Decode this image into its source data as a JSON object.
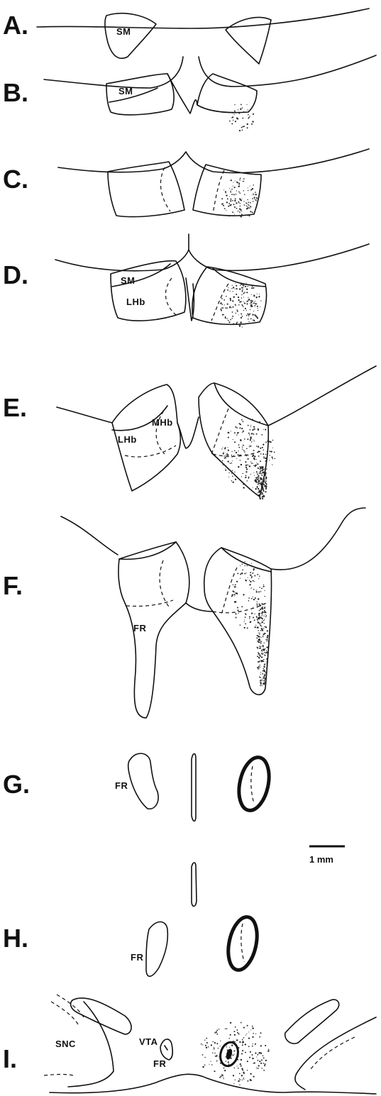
{
  "panels": [
    {
      "id": "A",
      "label": "A.",
      "regions": [
        "SM"
      ]
    },
    {
      "id": "B",
      "label": "B.",
      "regions": [
        "SM"
      ]
    },
    {
      "id": "C",
      "label": "C.",
      "regions": []
    },
    {
      "id": "D",
      "label": "D.",
      "regions": [
        "SM",
        "LHb"
      ]
    },
    {
      "id": "E",
      "label": "E.",
      "regions": [
        "MHb",
        "LHb"
      ]
    },
    {
      "id": "F",
      "label": "F.",
      "regions": [
        "FR"
      ]
    },
    {
      "id": "G",
      "label": "G.",
      "regions": [
        "FR"
      ]
    },
    {
      "id": "H",
      "label": "H.",
      "regions": [
        "FR"
      ]
    },
    {
      "id": "I",
      "label": "I.",
      "regions": [
        "SNC",
        "VTA",
        "FR"
      ]
    }
  ],
  "scale_bar": {
    "label": "1 mm"
  },
  "colors": {
    "ink": "#111111",
    "background": "#ffffff"
  }
}
